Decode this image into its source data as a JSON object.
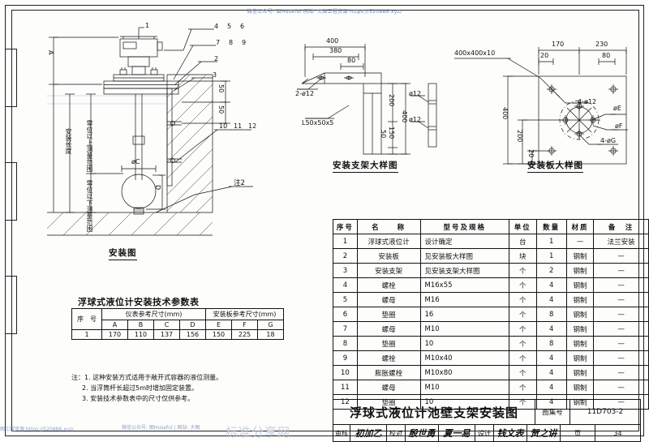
{
  "watermarks": {
    "top": "微信公众号: 图Huseful    网站: 大图工程资源 https://520886.xyz/",
    "bottom_left": "图工程资源 https://520886.xyz/",
    "bottom_mid": "微信公众号: 图Huseful | 网站: 大图",
    "big": "标准分享网"
  },
  "main_drawing": {
    "caption": "安装图",
    "callouts_top": [
      "1",
      "4",
      "5",
      "6",
      "7",
      "8",
      "9",
      "2",
      "3"
    ],
    "callouts_bottom": [
      "10",
      "11",
      "12"
    ],
    "note_ref": "注2",
    "dim_a": "A",
    "dim_50_upper": "50",
    "dim_50_lower": "50",
    "dim_phi_c": "øC",
    "dim_d": "D",
    "v_label_length": "安装长度",
    "v_label_zero_upper": "零位以上测量范围",
    "v_label_zero_lower": "零位以下测量范围"
  },
  "bracket_detail": {
    "caption": "安装支架大样图",
    "dim_400_top": "400",
    "dim_380": "380",
    "dim_80": "80",
    "dim_200": "200",
    "dim_400_right": "400",
    "dim_150": "150",
    "dim_50": "50",
    "hole_label": "2-ø12",
    "angle_label": "L50x50x5",
    "phi_12_a": "ø12",
    "phi_12_b": "ø12"
  },
  "plate_detail": {
    "caption": "安装板大样图",
    "plate_size": "400x400x10",
    "dim_170": "170",
    "dim_230": "230",
    "dim_20_top": "20",
    "dim_80": "80",
    "dim_400": "400",
    "dim_200": "200",
    "dim_20_bottom": "20",
    "hole_4_phi12": "4-ø12",
    "phi_e": "øE",
    "phi_f": "øF",
    "hole_4_phig": "4-øG"
  },
  "param_table": {
    "title": "浮球式液位计安装技术参数表",
    "header_no": "序　号",
    "group_instrument": "仪表参考尺寸(mm)",
    "group_plate": "安装板参考尺寸(mm)",
    "cols": [
      "A",
      "B",
      "C",
      "D",
      "E",
      "F",
      "G"
    ],
    "rows": [
      {
        "no": "1",
        "values": [
          "170",
          "110",
          "137",
          "156",
          "150",
          "225",
          "18"
        ]
      }
    ]
  },
  "notes": {
    "prefix": "注：",
    "items": [
      "1. 这种安装方式适用于敞开式容器的液位测量。",
      "2. 当浮筒杆长超过5m时增加固定装置。",
      "3. 安装技术参数表中的尺寸仅供参考。"
    ]
  },
  "bom": {
    "headers": [
      "序号",
      "名　　称",
      "型号及规格",
      "单位",
      "数量",
      "材质",
      "备　注"
    ],
    "rows": [
      {
        "no": "1",
        "name": "浮球式液位计",
        "spec": "设计确定",
        "unit": "台",
        "qty": "1",
        "mat": "—",
        "remark": "法兰安装"
      },
      {
        "no": "2",
        "name": "安装板",
        "spec": "见安装板大样图",
        "unit": "块",
        "qty": "1",
        "mat": "钢制",
        "remark": "—"
      },
      {
        "no": "3",
        "name": "安装支架",
        "spec": "见安装支架大样图",
        "unit": "个",
        "qty": "2",
        "mat": "钢制",
        "remark": "—"
      },
      {
        "no": "4",
        "name": "螺栓",
        "spec": "M16x55",
        "unit": "个",
        "qty": "4",
        "mat": "钢制",
        "remark": "—"
      },
      {
        "no": "5",
        "name": "螺母",
        "spec": "M16",
        "unit": "个",
        "qty": "4",
        "mat": "钢制",
        "remark": "—"
      },
      {
        "no": "6",
        "name": "垫圈",
        "spec": "16",
        "unit": "个",
        "qty": "8",
        "mat": "钢制",
        "remark": "—"
      },
      {
        "no": "7",
        "name": "螺母",
        "spec": "M10",
        "unit": "个",
        "qty": "4",
        "mat": "钢制",
        "remark": "—"
      },
      {
        "no": "8",
        "name": "垫圈",
        "spec": "10",
        "unit": "个",
        "qty": "8",
        "mat": "钢制",
        "remark": "—"
      },
      {
        "no": "9",
        "name": "螺栓",
        "spec": "M10x40",
        "unit": "个",
        "qty": "4",
        "mat": "钢制",
        "remark": "—"
      },
      {
        "no": "10",
        "name": "膨胀螺栓",
        "spec": "M10x80",
        "unit": "个",
        "qty": "4",
        "mat": "钢制",
        "remark": "—"
      },
      {
        "no": "11",
        "name": "螺母",
        "spec": "M10",
        "unit": "个",
        "qty": "4",
        "mat": "钢制",
        "remark": "—"
      },
      {
        "no": "12",
        "name": "垫圈",
        "spec": "10",
        "unit": "个",
        "qty": "4",
        "mat": "钢制",
        "remark": "—"
      }
    ]
  },
  "title_block": {
    "title": "浮球式液位计池壁支架安装图",
    "atlas_label": "图集号",
    "atlas_value": "11D703-2",
    "page_label": "页",
    "page_value": "34",
    "sig_cells": [
      {
        "label": "审核",
        "value": "初加乙"
      },
      {
        "label": "校对",
        "value": "殷世勇"
      },
      {
        "label": "设计",
        "value": "钱文表"
      },
      {
        "label": "",
        "value": "夏一易"
      },
      {
        "label": "",
        "value": "贺之讲"
      }
    ]
  }
}
